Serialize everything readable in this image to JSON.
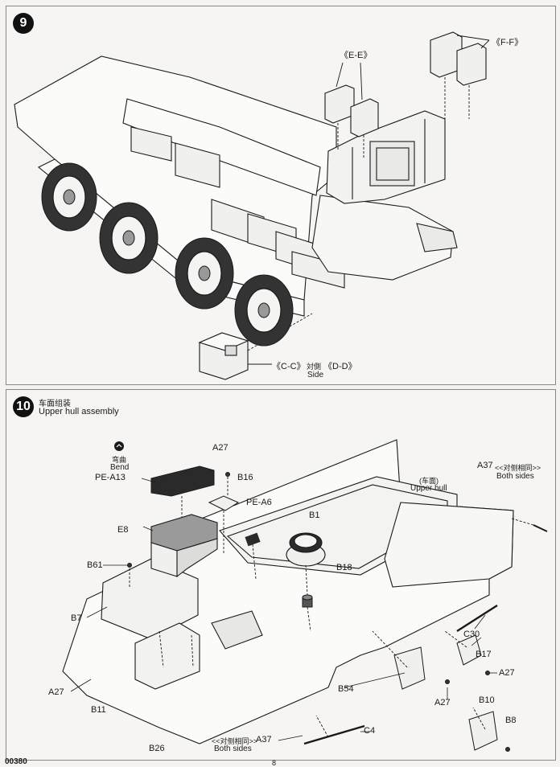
{
  "step9": {
    "number": "9",
    "labels": {
      "ee": "《E-E》",
      "ff": "《F-F》",
      "cc": "《C-C》",
      "taiso": "対側",
      "dd": "《D-D》",
      "side": "Side"
    }
  },
  "step10": {
    "number": "10",
    "title_cn": "车面组装",
    "title_en": "Upper hull assembly",
    "labels": {
      "bend_cn": "弯曲",
      "bend": "Bend",
      "pe_a13": "PE-A13",
      "e8": "E8",
      "a27_top": "A27",
      "b16": "B16",
      "pe_a6": "PE-A6",
      "b1": "B1",
      "b18": "B18",
      "b61": "B61",
      "b7": "B7",
      "a27_left": "A27",
      "b11": "B11",
      "b26": "B26",
      "both_sides_cn_bottom": "<<对侧相同>>",
      "a37_bottom": "A37",
      "both_sides_bottom": "Both sides",
      "c4": "C4",
      "b54": "B54",
      "a27_mid": "A27",
      "b10": "B10",
      "b8": "B8",
      "a27_right": "A27",
      "b17": "B17",
      "c30": "C30",
      "upper_hull_cn": "(车面)",
      "upper_hull": "Upper hull",
      "a37_top": "A37",
      "both_sides_cn_top": "<<对侧相同>>",
      "both_sides_top": "Both sides"
    }
  },
  "footer": {
    "code": "00380",
    "page": "8"
  },
  "colors": {
    "ink": "#1a1a1a",
    "paper": "#f6f5f3",
    "gray": "#9a9a9a",
    "dark": "#2a2a2a"
  }
}
